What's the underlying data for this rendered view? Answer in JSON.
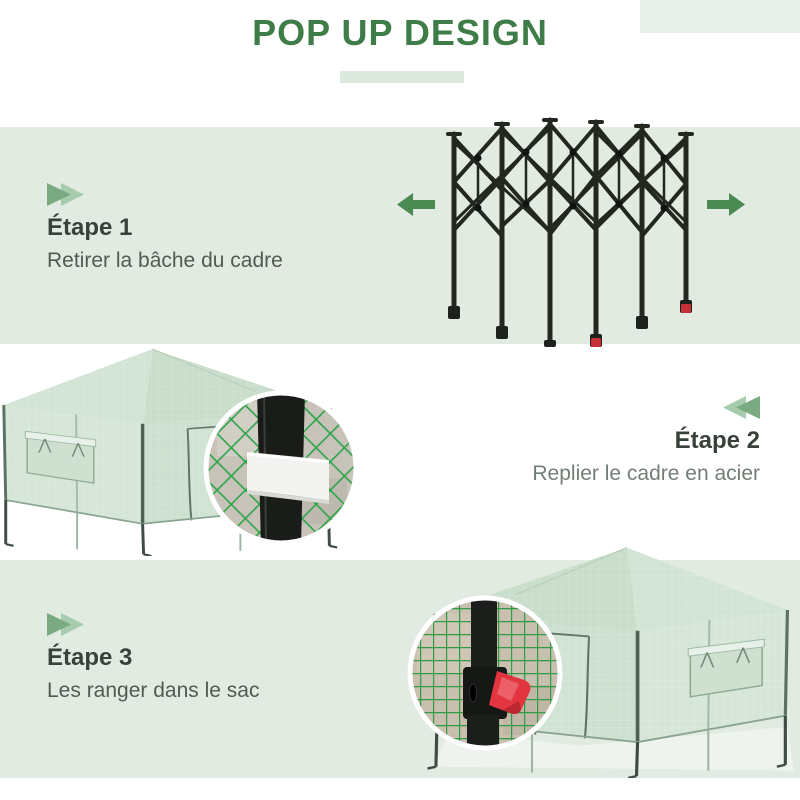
{
  "header": {
    "title": "POP UP DESIGN"
  },
  "steps": [
    {
      "label": "Étape 1",
      "description": "Retirer la bâche du cadre",
      "chevron_icon": "double-chevron-right-icon"
    },
    {
      "label": "Étape 2",
      "description": "Replier le cadre en acier",
      "chevron_icon": "double-chevron-left-icon"
    },
    {
      "label": "Étape 3",
      "description": "Les ranger dans le sac",
      "chevron_icon": "double-chevron-right-icon"
    }
  ],
  "icons": {
    "frame_arrow_left": "left-block-arrow-icon",
    "frame_arrow_right": "right-block-arrow-icon"
  },
  "colors": {
    "title_green": "#3e7d47",
    "band_green": "#e1ebe1",
    "underline_green": "#dce9dd",
    "corner_rect_green": "#e8efe8",
    "arrow_green": "#4b8a52",
    "chevron_dark": "#79aa82",
    "chevron_light": "#a7cbad",
    "heading_text": "#39423a",
    "body_text_on_green": "#505b52",
    "body_text_on_white": "#737e75",
    "switch_red": "#e23540",
    "net_green": "#2ea44b",
    "frame_black": "#22271f"
  }
}
